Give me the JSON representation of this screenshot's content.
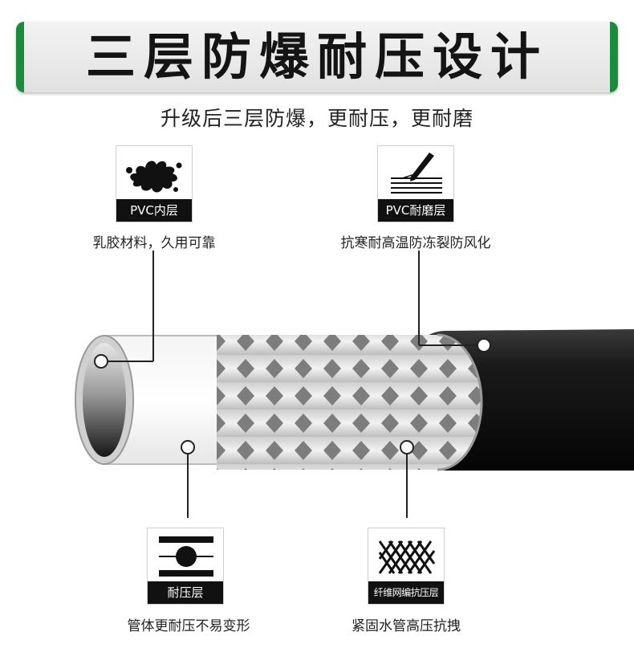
{
  "banner": {
    "title": "三层防爆耐压设计"
  },
  "subtitle": "升级后三层防爆，更耐压，更耐磨",
  "layers": {
    "pvc_inner": {
      "tag": "PVC内层",
      "caption": "乳胶材料，久用可靠",
      "icon": "splat-icon"
    },
    "pvc_wear": {
      "tag": "PVC耐磨层",
      "caption": "抗寒耐高温防冻裂防风化",
      "icon": "scratch-icon"
    },
    "pressure": {
      "tag": "耐压层",
      "caption": "管体更耐压不易变形",
      "icon": "pressure-icon"
    },
    "fiber_mesh": {
      "tag": "纤维网编抗压层",
      "caption": "紧固水管高压抗拽",
      "icon": "mesh-icon"
    }
  },
  "colors": {
    "accent_green": "#1b8b3c",
    "hose_black": "#141414",
    "tag_black": "#111111"
  }
}
